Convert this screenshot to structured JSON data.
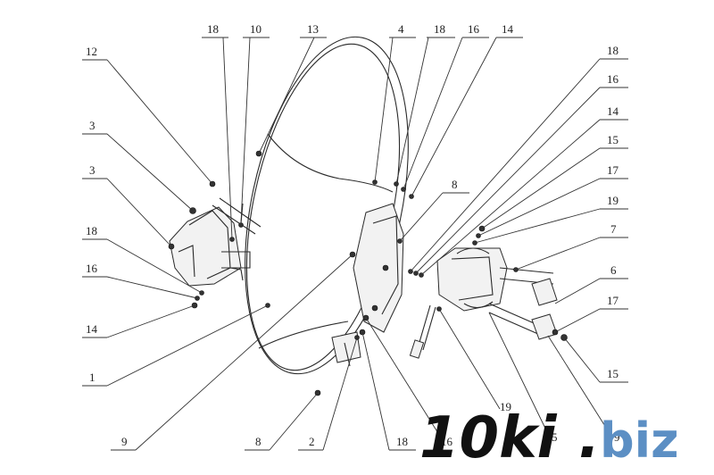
{
  "diagram": {
    "callouts": [
      {
        "id": "c12",
        "text": "12"
      },
      {
        "id": "c3a",
        "text": "3"
      },
      {
        "id": "c3b",
        "text": "3"
      },
      {
        "id": "c18a",
        "text": "18"
      },
      {
        "id": "c16a",
        "text": "16"
      },
      {
        "id": "c14a",
        "text": "14"
      },
      {
        "id": "c1",
        "text": "1"
      },
      {
        "id": "c9a",
        "text": "9"
      },
      {
        "id": "c8a",
        "text": "8"
      },
      {
        "id": "c2",
        "text": "2"
      },
      {
        "id": "c18b",
        "text": "18"
      },
      {
        "id": "c16b",
        "text": "16"
      },
      {
        "id": "c18c",
        "text": "18"
      },
      {
        "id": "c10",
        "text": "10"
      },
      {
        "id": "c13",
        "text": "13"
      },
      {
        "id": "c4",
        "text": "4"
      },
      {
        "id": "c18d",
        "text": "18"
      },
      {
        "id": "c16c",
        "text": "16"
      },
      {
        "id": "c14b",
        "text": "14"
      },
      {
        "id": "c18e",
        "text": "18"
      },
      {
        "id": "c16d",
        "text": "16"
      },
      {
        "id": "c14c",
        "text": "14"
      },
      {
        "id": "c15a",
        "text": "15"
      },
      {
        "id": "c17a",
        "text": "17"
      },
      {
        "id": "c19a",
        "text": "19"
      },
      {
        "id": "c7",
        "text": "7"
      },
      {
        "id": "c6",
        "text": "6"
      },
      {
        "id": "c17b",
        "text": "17"
      },
      {
        "id": "c15b",
        "text": "15"
      },
      {
        "id": "c8b",
        "text": "8"
      },
      {
        "id": "c19b",
        "text": "19"
      },
      {
        "id": "c5",
        "text": "5"
      },
      {
        "id": "c9b",
        "text": "9"
      }
    ]
  },
  "watermark": {
    "main": "10ki",
    "dot": ".",
    "tld": "biz",
    "tld_color": "#5c8fc4"
  }
}
